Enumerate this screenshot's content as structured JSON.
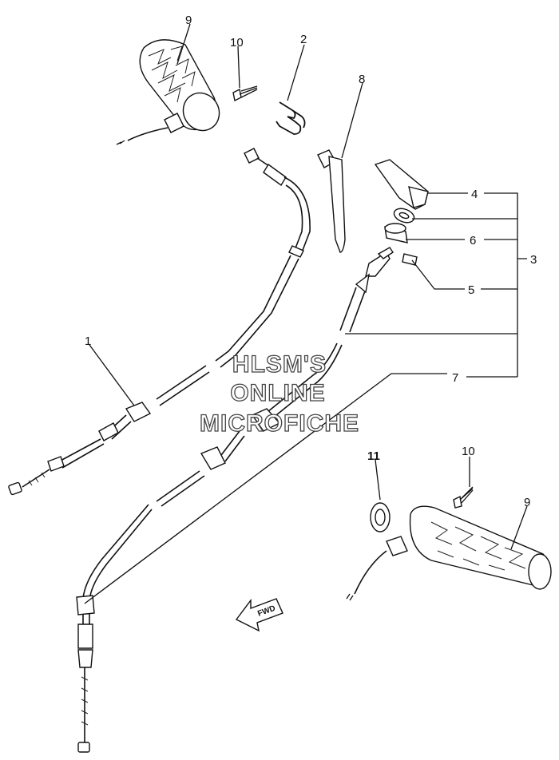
{
  "watermark": {
    "line1": "HLSM'S",
    "line2": "ONLINE",
    "line3": "MICROFICHE"
  },
  "fwd_label": "FWD",
  "callouts": [
    {
      "id": "9",
      "bold": false
    },
    {
      "id": "10",
      "bold": false
    },
    {
      "id": "2",
      "bold": false
    },
    {
      "id": "8",
      "bold": false
    },
    {
      "id": "4",
      "bold": false
    },
    {
      "id": "6",
      "bold": false
    },
    {
      "id": "3",
      "bold": false
    },
    {
      "id": "5",
      "bold": false
    },
    {
      "id": "1",
      "bold": false
    },
    {
      "id": "7",
      "bold": false
    },
    {
      "id": "11",
      "bold": true
    },
    {
      "id": "10",
      "bold": false
    },
    {
      "id": "9",
      "bold": false
    }
  ]
}
